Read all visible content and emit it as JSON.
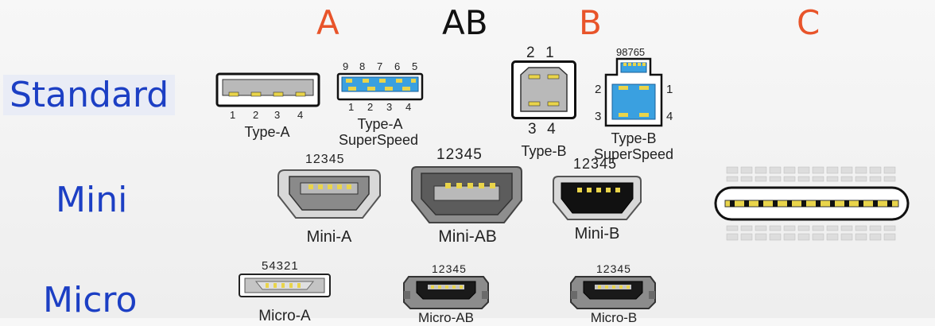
{
  "columns": {
    "a": "A",
    "ab": "AB",
    "b": "B",
    "c": "C"
  },
  "colors": {
    "accent": "#e8542a",
    "blue": "#1c3fc4",
    "ss_blue": "#3aa0e0",
    "pin_gold": "#e9d44a"
  },
  "rows": {
    "standard": "Standard",
    "mini": "Mini",
    "micro": "Micro"
  },
  "connectors": {
    "type_a": {
      "label": "Type-A",
      "pins": [
        "1",
        "2",
        "3",
        "4"
      ]
    },
    "type_a_ss": {
      "label_1": "Type-A",
      "label_2": "SuperSpeed",
      "top_pins": [
        "9",
        "8",
        "7",
        "6",
        "5"
      ],
      "bottom_pins": [
        "1",
        "2",
        "3",
        "4"
      ]
    },
    "type_b": {
      "label": "Type-B",
      "top_pins": "2  1",
      "bottom_pins": "3  4"
    },
    "type_b_ss": {
      "label_1": "Type-B",
      "label_2": "SuperSpeed",
      "top_pins": "98765",
      "left_top": "2",
      "left_bottom": "3",
      "right_top": "1",
      "right_bottom": "4"
    },
    "mini_a": {
      "label": "Mini-A",
      "pins": "12345"
    },
    "mini_ab": {
      "label": "Mini-AB",
      "pins": "12345"
    },
    "mini_b": {
      "label": "Mini-B",
      "pins": "12345"
    },
    "micro_a": {
      "label": "Micro-A",
      "pins": "54321"
    },
    "micro_ab": {
      "label": "Micro-AB",
      "pins": "12345"
    },
    "micro_b": {
      "label": "Micro-B",
      "pins": "12345"
    }
  }
}
